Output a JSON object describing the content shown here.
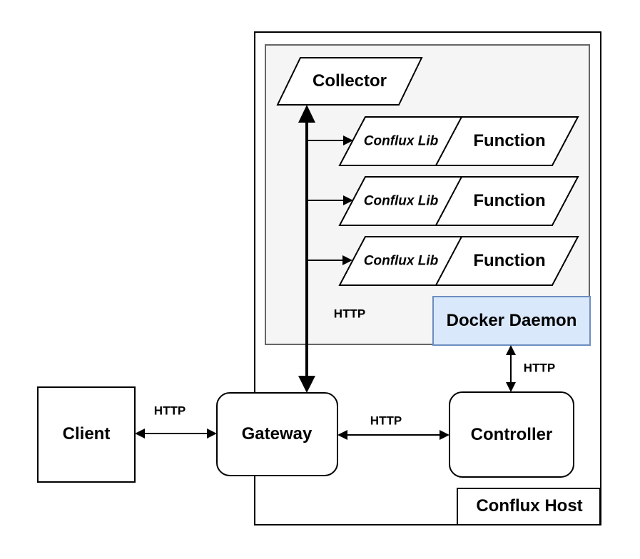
{
  "diagram": {
    "nodes": {
      "client": {
        "label": "Client"
      },
      "gateway": {
        "label": "Gateway"
      },
      "controller": {
        "label": "Controller"
      },
      "collector": {
        "label": "Collector"
      },
      "docker_daemon": {
        "label": "Docker Daemon"
      },
      "conflux_host": {
        "label": "Conflux Host"
      },
      "functions": [
        {
          "lib_label": "Conflux Lib",
          "label": "Function"
        },
        {
          "lib_label": "Conflux Lib",
          "label": "Function"
        },
        {
          "lib_label": "Conflux Lib",
          "label": "Function"
        }
      ]
    },
    "edges": {
      "client_gateway": {
        "label": "HTTP"
      },
      "gateway_controller": {
        "label": "HTTP"
      },
      "docker_controller": {
        "label": "HTTP"
      },
      "collector_gateway": {
        "label": "HTTP"
      }
    },
    "colors": {
      "docker_fill": "#dae8fc",
      "docker_border": "#6c8ebf",
      "container_fill": "#f5f5f5",
      "container_border": "#666666",
      "node_fill": "#ffffff",
      "line": "#000000"
    }
  }
}
